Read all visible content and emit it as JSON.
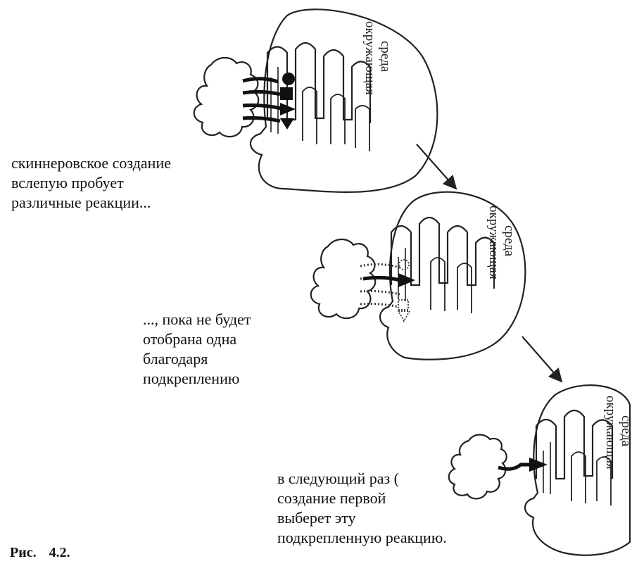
{
  "environment_label": [
    "окружающая",
    "среда"
  ],
  "captions": {
    "step1": "скиннеровское создание\nвслепую пробует\nразличные реакции...",
    "step2": "..., пока не будет\nотобрана одна\nблагодаря\nподкреплению",
    "step3": "в следующий раз (\nсоздание первой\nвыберет эту\nподкрепленную реакцию."
  },
  "figure": {
    "prefix": "Рис.",
    "number": "4.2."
  }
}
